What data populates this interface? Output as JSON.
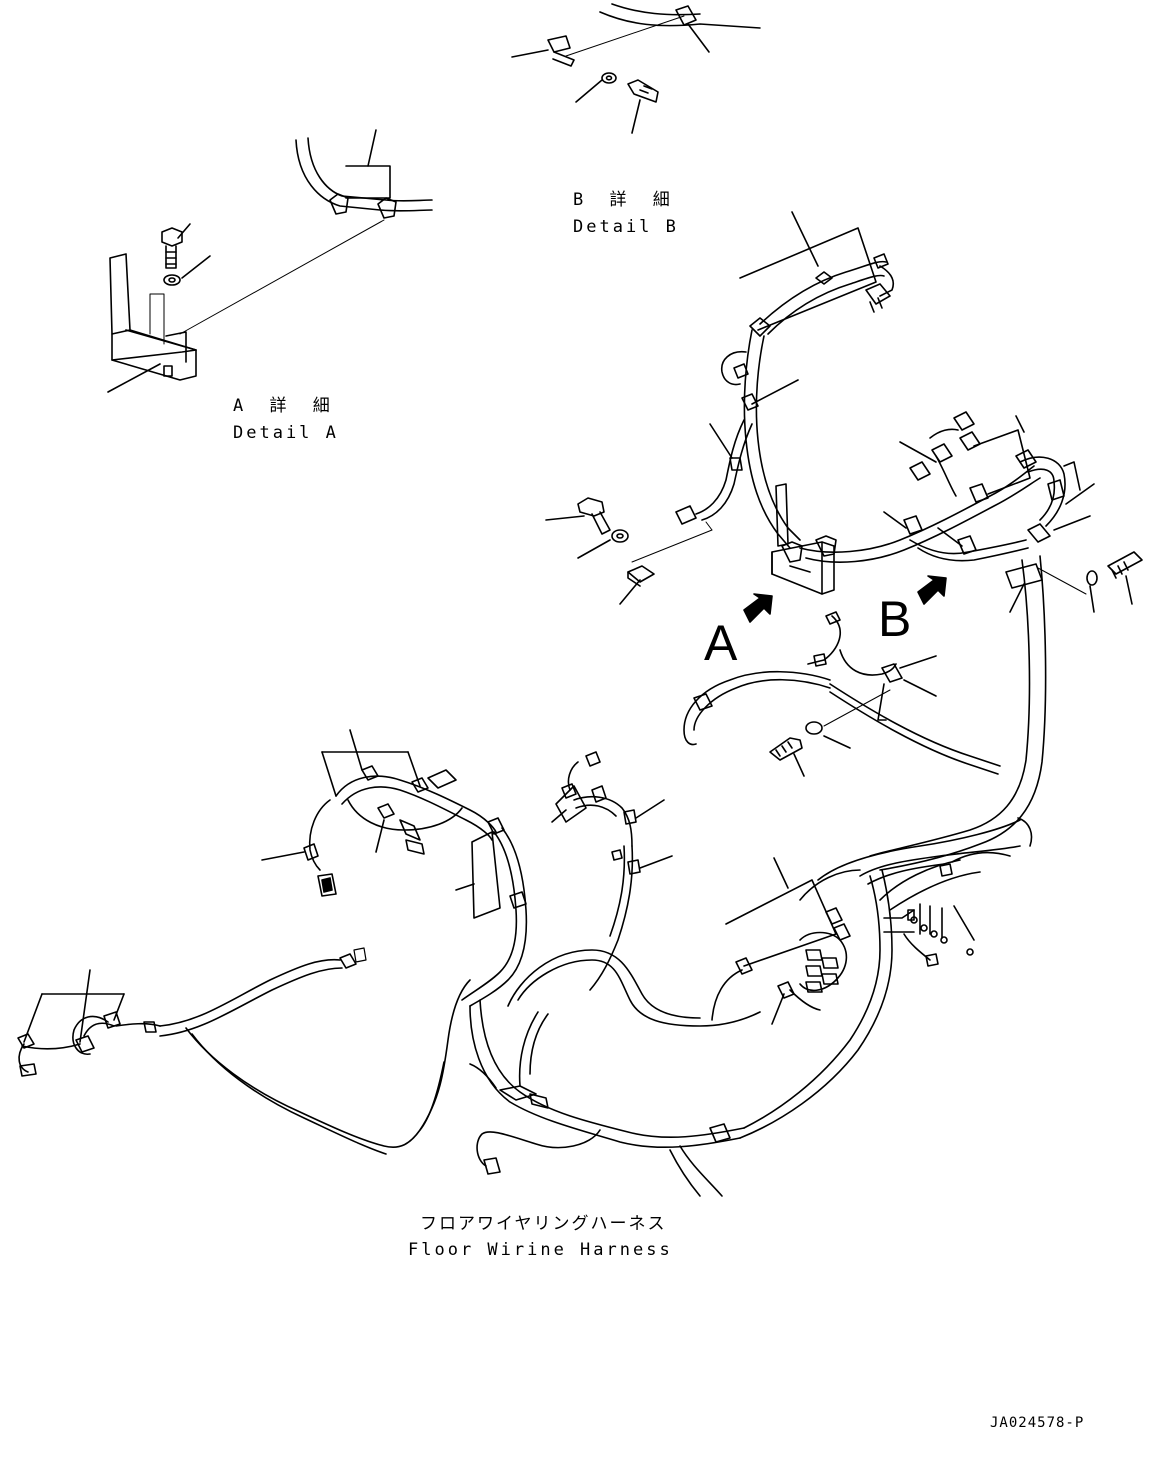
{
  "detail_a": {
    "label_jp": "A 詳 細",
    "label_en": "Detail A"
  },
  "detail_b": {
    "label_jp": "B 詳 細",
    "label_en": "Detail B"
  },
  "view_markers": {
    "a": "A",
    "b": "B"
  },
  "harness": {
    "label_jp": "フロアワイヤリングハーネス",
    "label_en": "Floor Wirine Harness"
  },
  "drawing_code": "JA024578-P"
}
